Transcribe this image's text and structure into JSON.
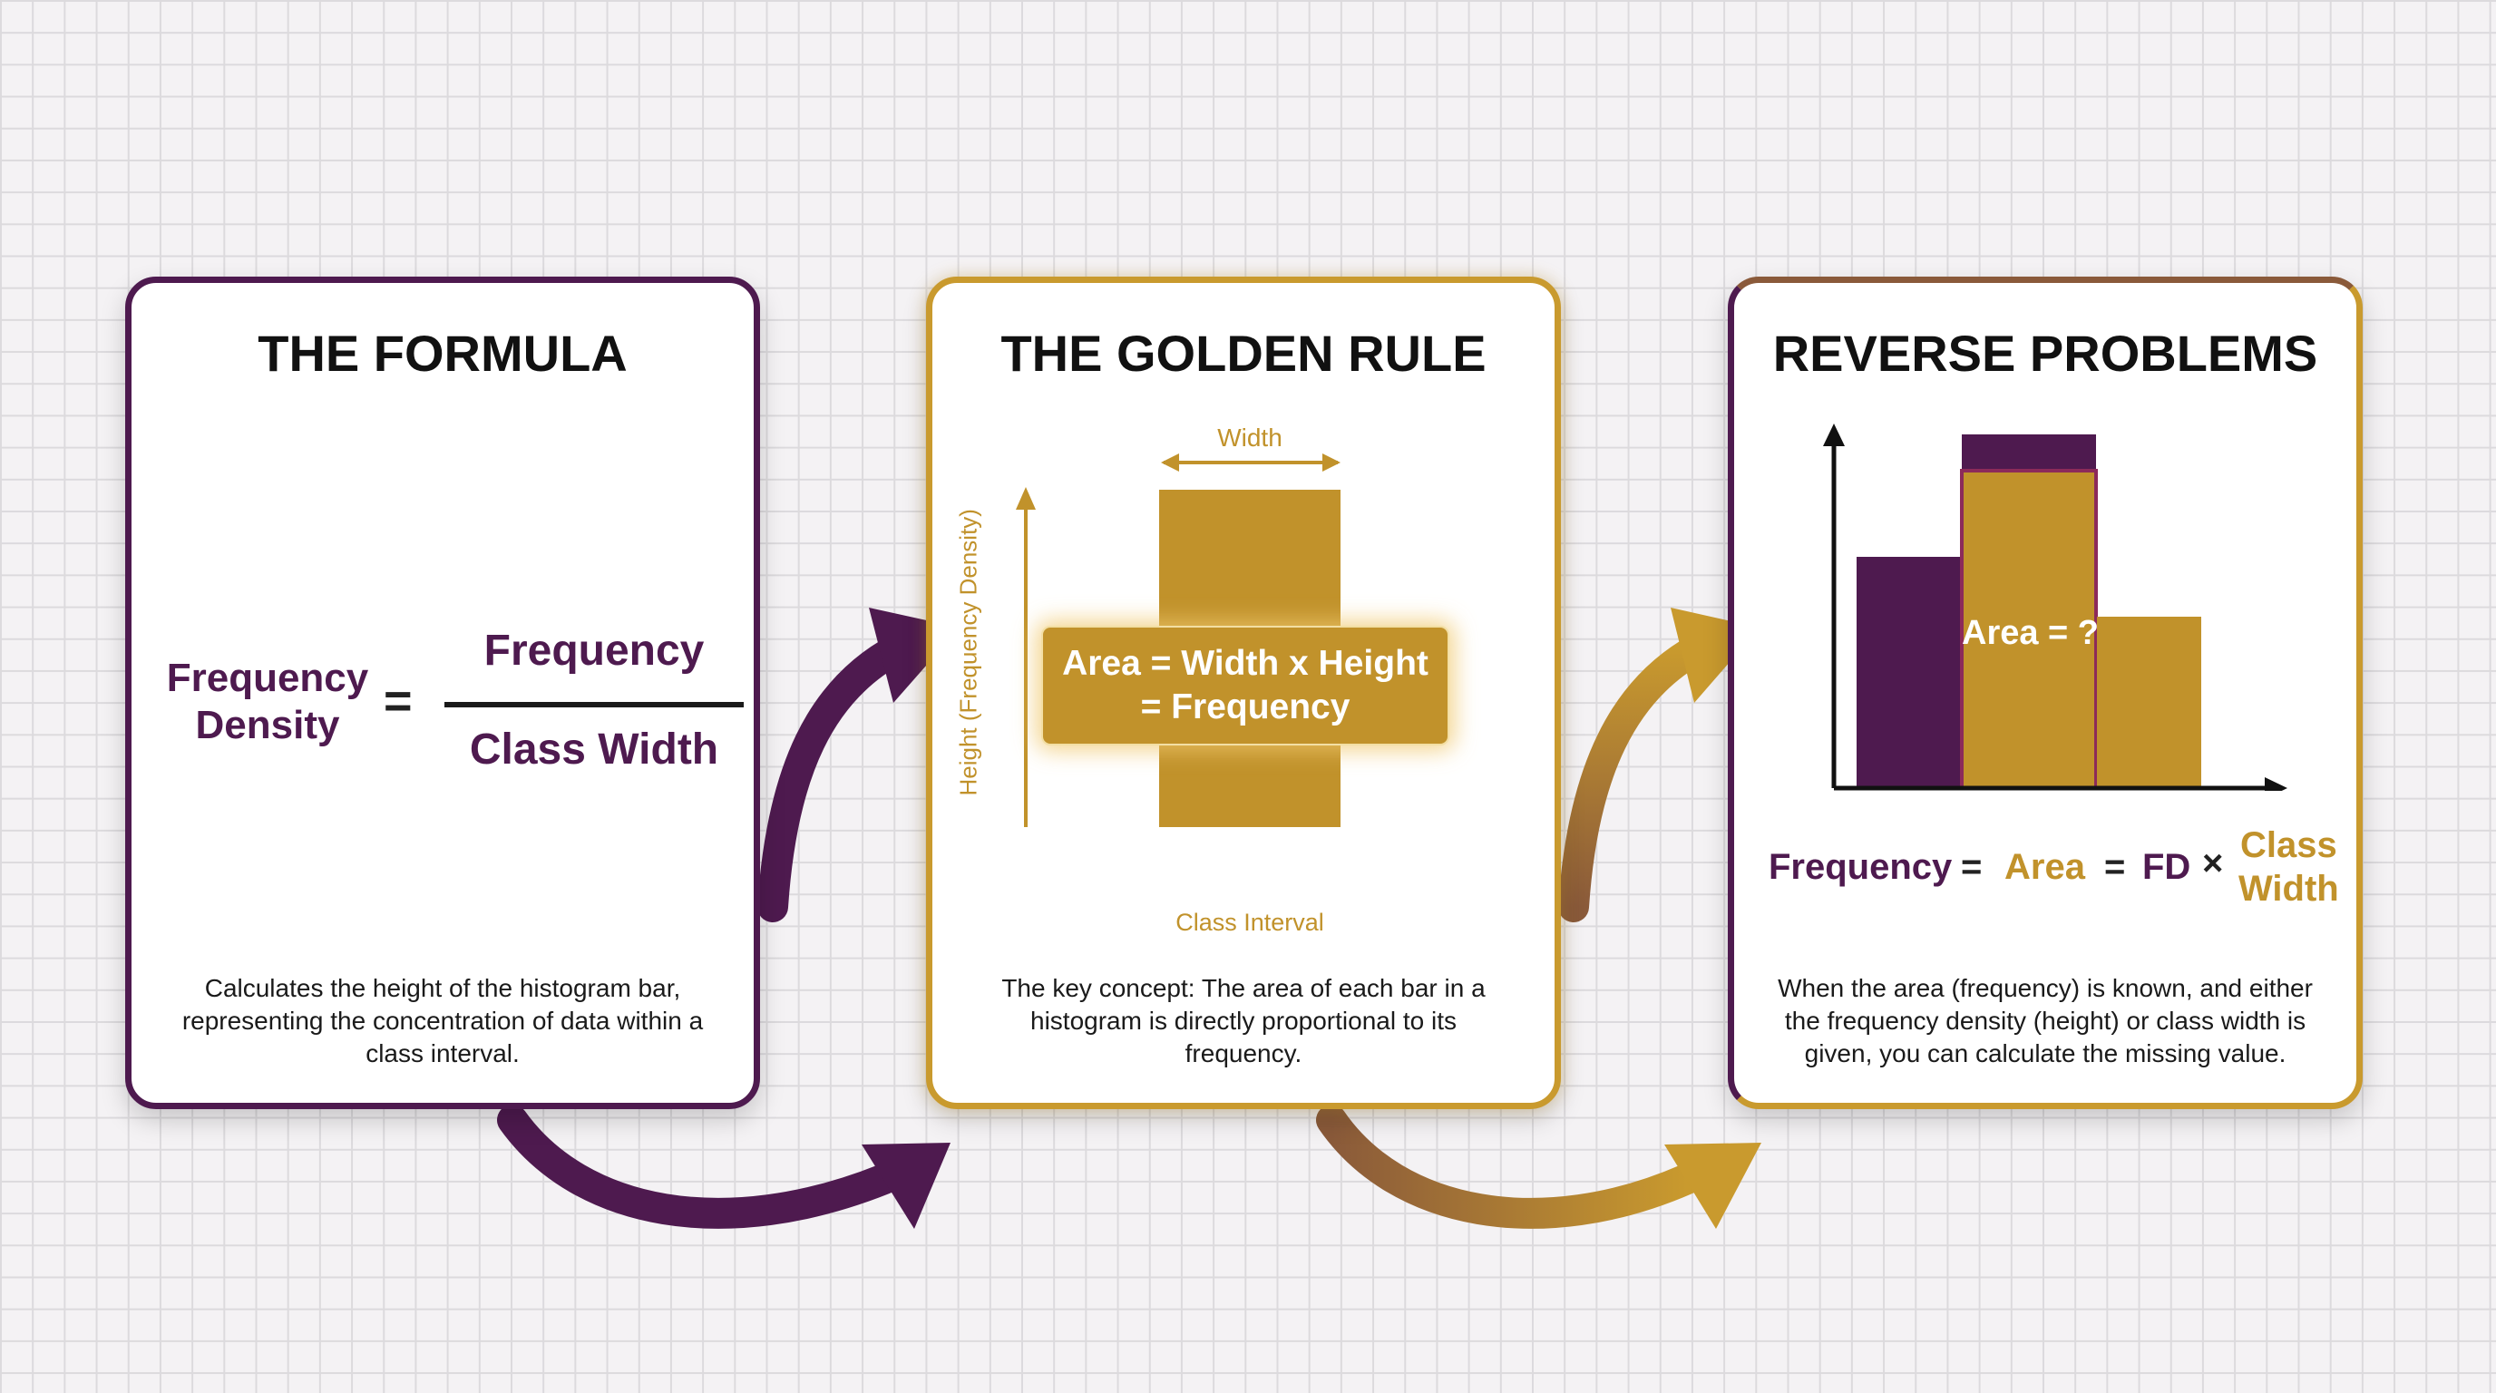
{
  "colors": {
    "purple": "#4e1a4f",
    "gold": "#c99a2e",
    "background": "#f4f2f4"
  },
  "cards": [
    {
      "title": "THE FORMULA",
      "formula": {
        "lhs_line1": "Frequency",
        "lhs_line2": "Density",
        "equals": "=",
        "numerator": "Frequency",
        "denominator": "Class Width"
      },
      "description": "Calculates the height of the histogram bar, representing the concentration of data within a class interval."
    },
    {
      "title": "THE GOLDEN RULE",
      "diagram": {
        "width_label": "Width",
        "y_axis_label": "Height (Frequency Density)",
        "x_axis_label": "Class Interval",
        "callout_line1": "Area = Width x Height",
        "callout_line2": "= Frequency"
      },
      "description": "The key concept: The area of each bar in a histogram is directly proportional to its frequency."
    },
    {
      "title": "REVERSE PROBLEMS",
      "diagram": {
        "area_label": "Area = ?"
      },
      "equation": {
        "frequency": "Frequency",
        "eq1": "=",
        "area": "Area",
        "eq2": "=",
        "fd": "FD",
        "times": "×",
        "class_line1": "Class",
        "class_line2": "Width"
      },
      "description": "When the area (frequency) is known, and either the frequency density (height) or class width is given, you can calculate the missing value."
    }
  ],
  "icons": [
    "arrow-right-curved-icon",
    "arrow-up-curved-icon"
  ]
}
